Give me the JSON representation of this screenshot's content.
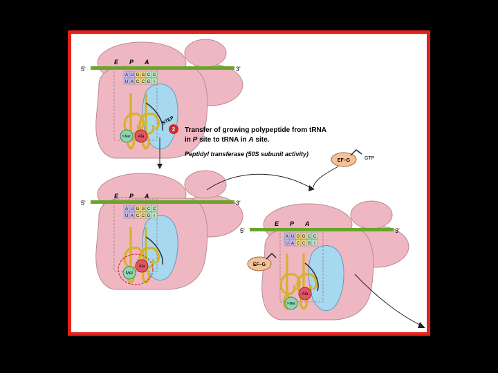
{
  "panel": {
    "step_word": "STEP",
    "step_number": "2",
    "title_line1": "Transfer of growing polypeptide from tRNA",
    "title_line2_a": "in ",
    "title_line2_b": "P",
    "title_line2_c": " site to tRNA in ",
    "title_line2_d": "A",
    "title_line2_e": " site.",
    "subtitle": "Peptidyl transferase (50S subunit activity)"
  },
  "mrna": {
    "five_prime": "5'",
    "three_prime": "3'",
    "sites": [
      "E",
      "P",
      "A"
    ],
    "codons_top": [
      "A",
      "U",
      "G",
      "G",
      "C",
      "C"
    ],
    "codons_bottom": [
      "U",
      "A",
      "C",
      "C",
      "G",
      "I"
    ]
  },
  "amino_acids": {
    "fmet": "f-Met",
    "met": "Met",
    "ala": "Ala"
  },
  "factors": {
    "ef_g": "EF–G",
    "gtp": "GTP"
  },
  "colors": {
    "frame_border": "#e3231c",
    "ribosome_large": "#efb7c1",
    "ribosome_small": "#a6d8ef",
    "mrna": "#6aa32d",
    "trna": "#e8c53a",
    "ala": "#e35563",
    "fmet": "#8fd6ae",
    "ef_g": "#f3c29a"
  }
}
